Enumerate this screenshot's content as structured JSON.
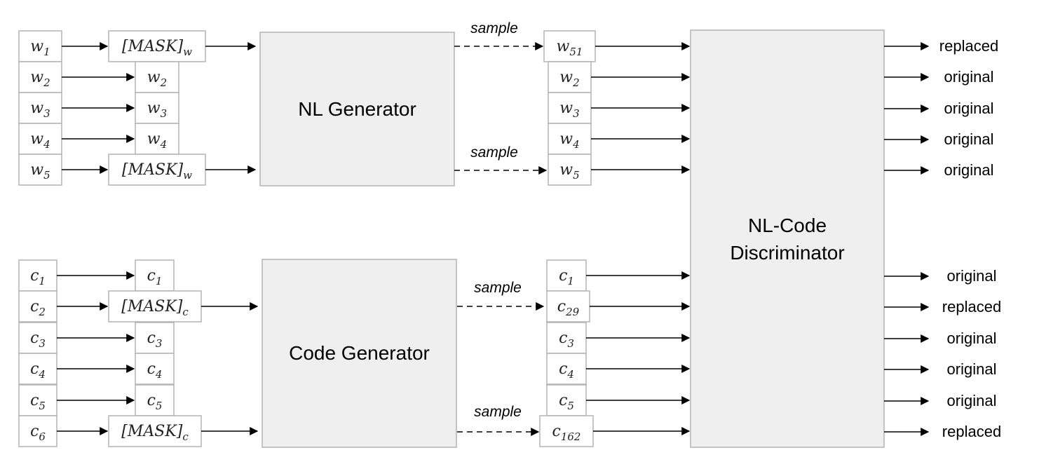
{
  "nl": {
    "input_tokens": [
      {
        "base": "w",
        "sub": "1"
      },
      {
        "base": "w",
        "sub": "2"
      },
      {
        "base": "w",
        "sub": "3"
      },
      {
        "base": "w",
        "sub": "4"
      },
      {
        "base": "w",
        "sub": "5"
      }
    ],
    "masked_tokens": [
      {
        "base": "[MASK]",
        "sub": "w"
      },
      {
        "base": "w",
        "sub": "2"
      },
      {
        "base": "w",
        "sub": "3"
      },
      {
        "base": "w",
        "sub": "4"
      },
      {
        "base": "[MASK]",
        "sub": "w"
      }
    ],
    "generator_label": "NL Generator",
    "sampled_tokens": [
      {
        "base": "w",
        "sub": "51"
      },
      {
        "base": "w",
        "sub": "2"
      },
      {
        "base": "w",
        "sub": "3"
      },
      {
        "base": "w",
        "sub": "4"
      },
      {
        "base": "w",
        "sub": "5"
      }
    ],
    "outputs": [
      "replaced",
      "original",
      "original",
      "original",
      "original"
    ]
  },
  "code": {
    "input_tokens": [
      {
        "base": "c",
        "sub": "1"
      },
      {
        "base": "c",
        "sub": "2"
      },
      {
        "base": "c",
        "sub": "3"
      },
      {
        "base": "c",
        "sub": "4"
      },
      {
        "base": "c",
        "sub": "5"
      },
      {
        "base": "c",
        "sub": "6"
      }
    ],
    "masked_tokens": [
      {
        "base": "c",
        "sub": "1"
      },
      {
        "base": "[MASK]",
        "sub": "c"
      },
      {
        "base": "c",
        "sub": "3"
      },
      {
        "base": "c",
        "sub": "4"
      },
      {
        "base": "c",
        "sub": "5"
      },
      {
        "base": "[MASK]",
        "sub": "c"
      }
    ],
    "generator_label": "Code Generator",
    "sampled_tokens": [
      {
        "base": "c",
        "sub": "1"
      },
      {
        "base": "c",
        "sub": "29"
      },
      {
        "base": "c",
        "sub": "3"
      },
      {
        "base": "c",
        "sub": "4"
      },
      {
        "base": "c",
        "sub": "5"
      },
      {
        "base": "c",
        "sub": "162"
      }
    ],
    "outputs": [
      "original",
      "replaced",
      "original",
      "original",
      "original",
      "replaced"
    ]
  },
  "sample_label": "sample",
  "discriminator_label": [
    "NL-Code",
    "Discriminator"
  ]
}
